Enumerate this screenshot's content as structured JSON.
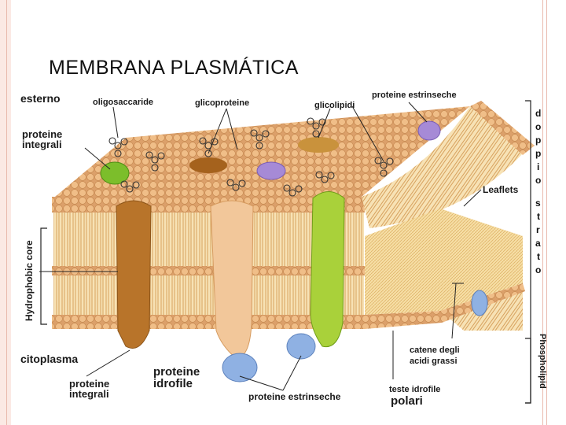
{
  "title": "MEMBRANA PLASMÁTICA",
  "labels": {
    "esterno": "esterno",
    "oligosaccaride": "oligosaccaride",
    "glicoproteine": "glicoproteine",
    "glicolipidi": "glicolipidi",
    "proteine_estrinseche_top": "proteine estrinseche",
    "proteine_integrali_top_1": "proteine",
    "proteine_integrali_top_2": "integrali",
    "hydrophobic_core": "Hydrophobic core",
    "leaflets": "Leaflets",
    "doppio_strato": "doppio strato",
    "citoplasma": "citoplasma",
    "proteine_integrali_bottom_1": "proteine",
    "proteine_integrali_bottom_2": "integrali",
    "proteine_idrofile_1": "proteine",
    "proteine_idrofile_2": "idrofile",
    "proteine_estrinseche_bottom": "proteine estrinseche",
    "catene_1": "catene degli",
    "catene_2": "acidi grassi",
    "teste_1": "teste idrofile",
    "teste_2": "polari",
    "phospholipid": "Phospholipid"
  },
  "colors": {
    "head": "#e8b27a",
    "tail": "#f3d79e",
    "protein_brown": "#b8742a",
    "protein_peach": "#f2c79a",
    "protein_green": "#a9d13a",
    "protein_blue": "#8fb1e3",
    "protein_purple": "#a68ad6"
  }
}
